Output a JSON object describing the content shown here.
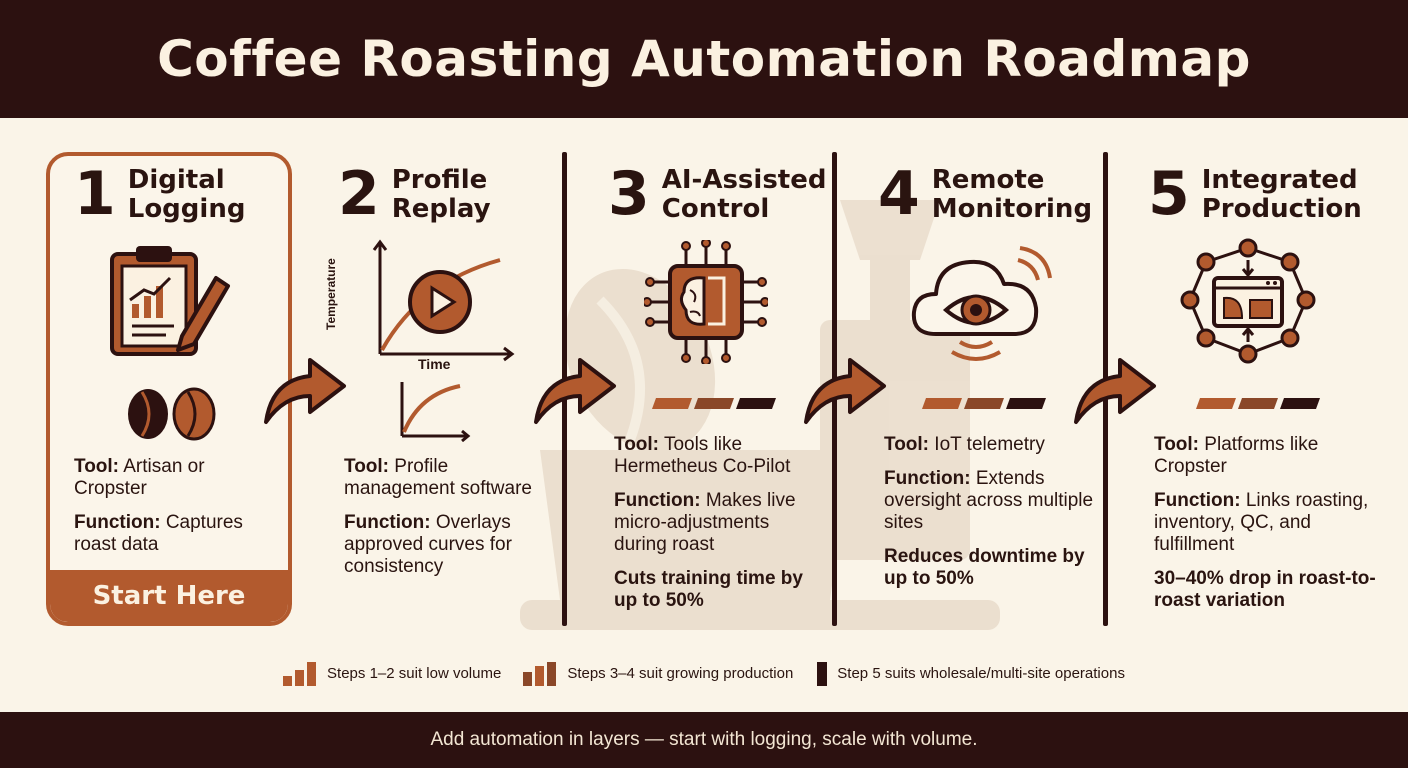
{
  "title": "Coffee Roasting Automation Roadmap",
  "colors": {
    "dark": "#2c1110",
    "accent": "#b25a2e",
    "cream": "#faf4e8",
    "mid": "#8a4728"
  },
  "steps": [
    {
      "number": "1",
      "title_line1": "Digital",
      "title_line2": "Logging",
      "icon": "clipboard-chart-icon",
      "tool_label": "Tool:",
      "tool": "Artisan or Cropster",
      "function_label": "Function:",
      "function": "Captures roast data",
      "cta": "Start Here"
    },
    {
      "number": "2",
      "title_line1": "Profile",
      "title_line2": "Replay",
      "icon": "profile-curve-icon",
      "axis_y": "Temperature",
      "axis_x": "Time",
      "tool_label": "Tool:",
      "tool": "Profile management software",
      "function_label": "Function:",
      "function": "Overlays approved curves for consistency"
    },
    {
      "number": "3",
      "title_line1": "AI-Assisted",
      "title_line2": "Control",
      "icon": "ai-chip-brain-icon",
      "tool_label": "Tool:",
      "tool": "Tools like Hermetheus Co-Pilot",
      "function_label": "Function:",
      "function": "Makes live micro-adjustments during roast",
      "highlight": "Cuts training time by up to 50%"
    },
    {
      "number": "4",
      "title_line1": "Remote",
      "title_line2": "Monitoring",
      "icon": "cloud-eye-icon",
      "tool_label": "Tool:",
      "tool": "IoT telemetry",
      "function_label": "Function:",
      "function": "Extends oversight across multiple sites",
      "highlight": "Reduces downtime by up to 50%"
    },
    {
      "number": "5",
      "title_line1": "Integrated",
      "title_line2": "Production",
      "icon": "network-dashboard-icon",
      "tool_label": "Tool:",
      "tool": "Platforms like Cropster",
      "function_label": "Function:",
      "function": "Links roasting, inventory, QC, and fulfillment",
      "highlight": "30–40% drop in roast-to-roast variation"
    }
  ],
  "legend": [
    {
      "icon": "low-volume-bars-icon",
      "label": "Steps 1–2 suit low volume"
    },
    {
      "icon": "growing-volume-bars-icon",
      "label": "Steps 3–4 suit growing production"
    },
    {
      "icon": "wholesale-bar-icon",
      "label": "Step 5 suits wholesale/multi-site operations"
    }
  ],
  "footer": "Add automation in layers — start with logging, scale with volume."
}
